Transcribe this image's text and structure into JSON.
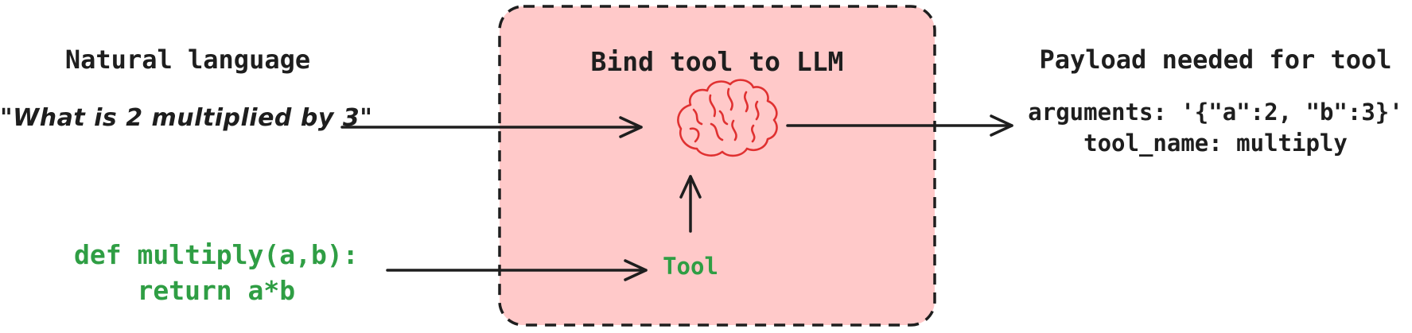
{
  "title": "Bind tool to LLM diagram",
  "colors": {
    "background": "#ffffff",
    "text": "#1e1e1e",
    "stroke": "#1e1e1e",
    "box_fill": "#ffc9c9",
    "brain": "#e03131",
    "green": "#2f9e44"
  },
  "icons": {
    "brain": "brain-icon"
  },
  "left": {
    "heading": "Natural language",
    "quote": "\"What is 2 multiplied by 3\"",
    "code": {
      "line1": "def multiply(a,b):",
      "line2": "    return a*b"
    }
  },
  "bind_box": {
    "title": "Bind tool to LLM",
    "tool_label": "Tool"
  },
  "right": {
    "heading": "Payload needed for tool",
    "payload": {
      "line1": "arguments: '{\"a\":2, \"b\":3}'",
      "line2": "tool_name: multiply"
    }
  }
}
